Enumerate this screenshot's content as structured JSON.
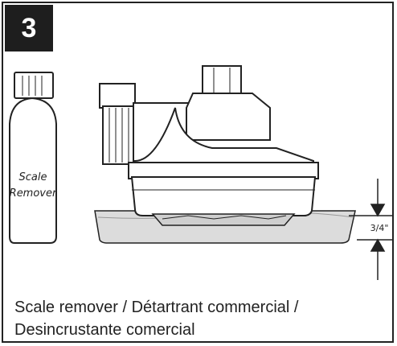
{
  "step": {
    "number": "3"
  },
  "bottle": {
    "label_line1": "Scale",
    "label_line2": "Remover"
  },
  "dimension": {
    "value": "3/4\""
  },
  "caption": {
    "line1": "Scale remover / Détartrant commercial /",
    "line2": "Desincrustante comercial"
  },
  "colors": {
    "ink": "#222222",
    "liquid": "#dcdcdc",
    "badge": "#1e1e1e"
  }
}
